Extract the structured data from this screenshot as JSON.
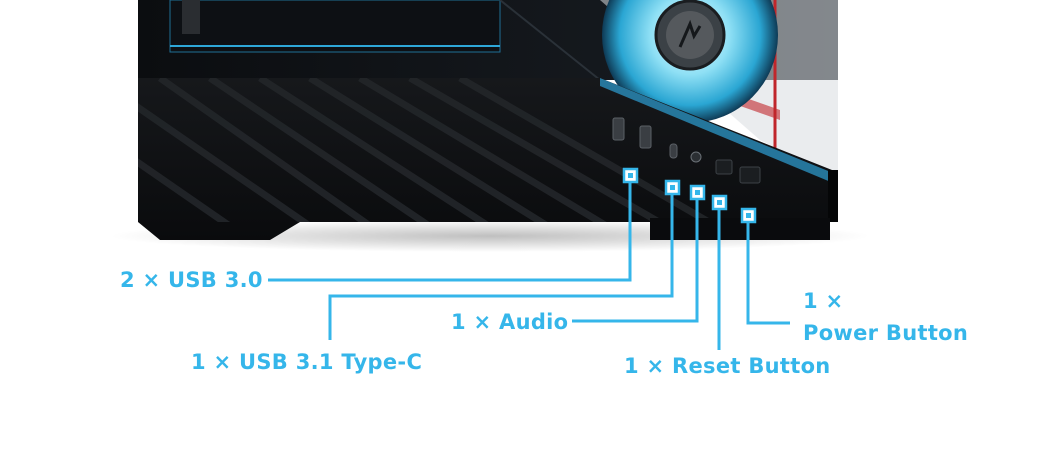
{
  "colors": {
    "accent": "#35b6ea",
    "case_body": "#101114",
    "fan_glow": "#7fd8f2",
    "red_accent": "#c0262b"
  },
  "callouts": {
    "usb30": "2 × USB 3.0",
    "typec": "1 × USB 3.1 Type-C",
    "audio": "1 × Audio",
    "reset": "1 × Reset Button",
    "power_line1": "1 ×",
    "power_line2": "Power Button"
  }
}
